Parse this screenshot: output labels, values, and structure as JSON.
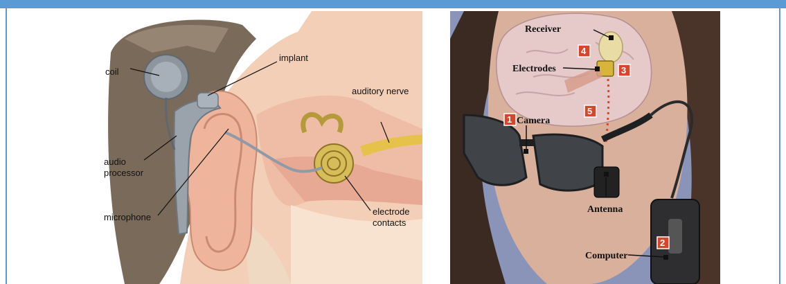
{
  "ear_diagram": {
    "labels": {
      "coil": "coil",
      "implant": "implant",
      "auditory_nerve": "auditory nerve",
      "audio": "audio",
      "processor": "processor",
      "microphone": "microphone",
      "electrode": "electrode",
      "contacts": "contacts"
    }
  },
  "vision_diagram": {
    "labels": {
      "receiver": "Receiver",
      "electrodes": "Electrodes",
      "camera": "Camera",
      "antenna": "Antenna",
      "computer": "Computer"
    },
    "steps": [
      "1",
      "2",
      "3",
      "4",
      "5"
    ],
    "colors": {
      "step_badge": "#d9442b",
      "background": "#8a93b8"
    }
  }
}
